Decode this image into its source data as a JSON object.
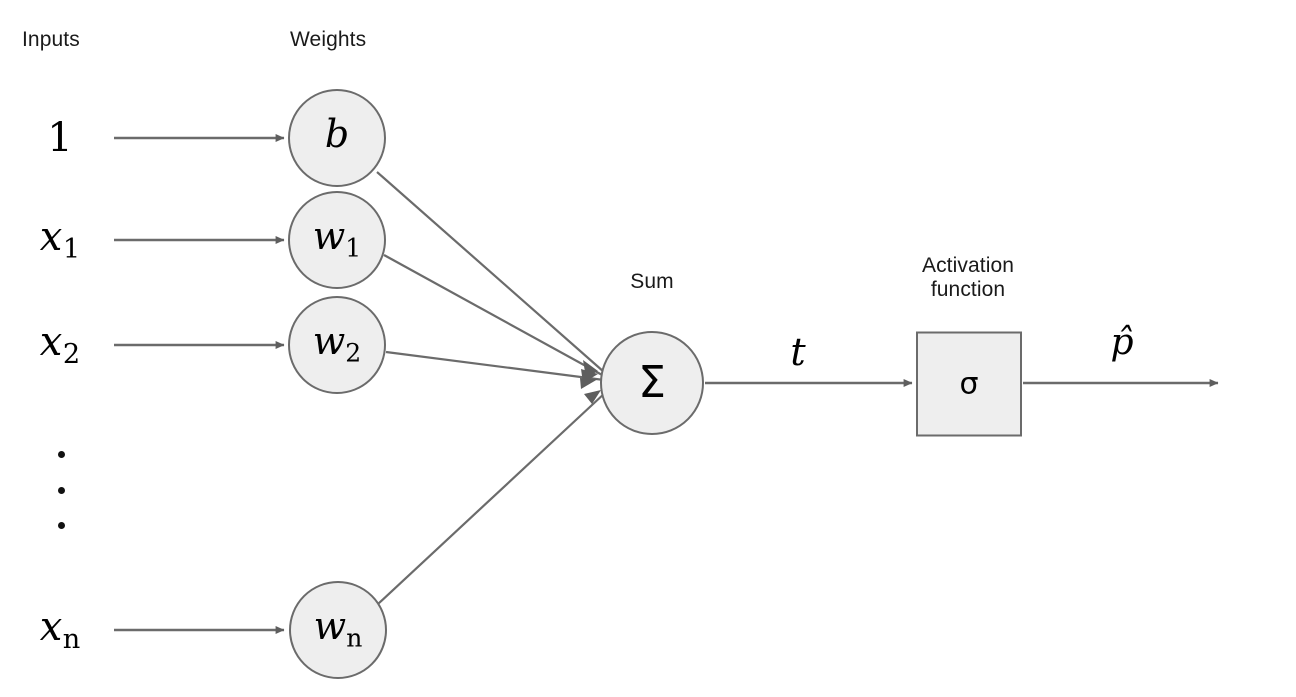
{
  "diagram": {
    "title": "Artificial neuron (logistic unit) diagram",
    "column_headers": {
      "inputs": "Inputs",
      "weights": "Weights",
      "sum": "Sum",
      "activation_line1": "Activation",
      "activation_line2": "function"
    },
    "inputs": [
      {
        "id": "bias-input",
        "label": "1",
        "sub": ""
      },
      {
        "id": "input-x1",
        "label": "x",
        "sub": "1"
      },
      {
        "id": "input-x2",
        "label": "x",
        "sub": "2"
      },
      {
        "id": "input-xn",
        "label": "x",
        "sub": "n"
      }
    ],
    "weights": [
      {
        "id": "weight-b",
        "label": "b",
        "sub": ""
      },
      {
        "id": "weight-w1",
        "label": "w",
        "sub": "1"
      },
      {
        "id": "weight-w2",
        "label": "w",
        "sub": "2"
      },
      {
        "id": "weight-wn",
        "label": "w",
        "sub": "n"
      }
    ],
    "sum_node": {
      "symbol": "Σ"
    },
    "activation_node": {
      "symbol": "σ"
    },
    "edge_labels": {
      "pre_activation": "t",
      "output": "p̂"
    },
    "ellipsis": "⋮",
    "colors": {
      "node_fill": "#eeeeee",
      "node_stroke": "#6b6b6b",
      "arrow": "#6b6b6b",
      "text": "#1a1a1a",
      "background": "#ffffff"
    }
  }
}
